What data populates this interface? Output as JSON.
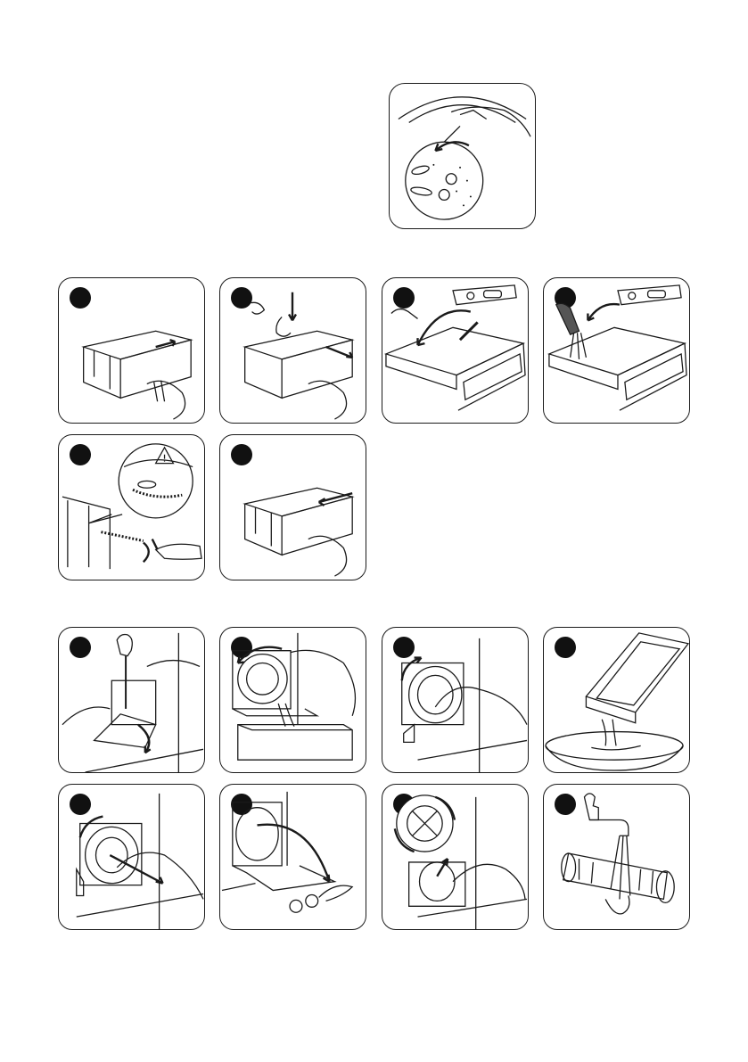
{
  "document": {
    "illustrations": [
      {
        "id": "hero",
        "icon": "pocket-check-illustration"
      },
      {
        "id": "drawer-1",
        "icon": "pull-out-drawer-illustration"
      },
      {
        "id": "drawer-2",
        "icon": "press-release-drawer-illustration"
      },
      {
        "id": "drawer-3",
        "icon": "remove-siphon-brush-illustration"
      },
      {
        "id": "drawer-4",
        "icon": "rinse-drawer-illustration"
      },
      {
        "id": "drawer-5",
        "icon": "clean-recess-illustration"
      },
      {
        "id": "drawer-6",
        "icon": "insert-drawer-illustration"
      },
      {
        "id": "pump-1",
        "icon": "open-flap-illustration"
      },
      {
        "id": "pump-2",
        "icon": "drain-water-illustration"
      },
      {
        "id": "pump-3",
        "icon": "turn-filter-illustration"
      },
      {
        "id": "pump-4",
        "icon": "empty-tray-illustration"
      },
      {
        "id": "pump-5",
        "icon": "pull-filter-illustration"
      },
      {
        "id": "pump-6",
        "icon": "remove-debris-illustration"
      },
      {
        "id": "pump-7",
        "icon": "check-impeller-illustration"
      },
      {
        "id": "pump-8",
        "icon": "rinse-filter-illustration"
      }
    ],
    "warning_symbol": "warning-triangle-icon"
  }
}
